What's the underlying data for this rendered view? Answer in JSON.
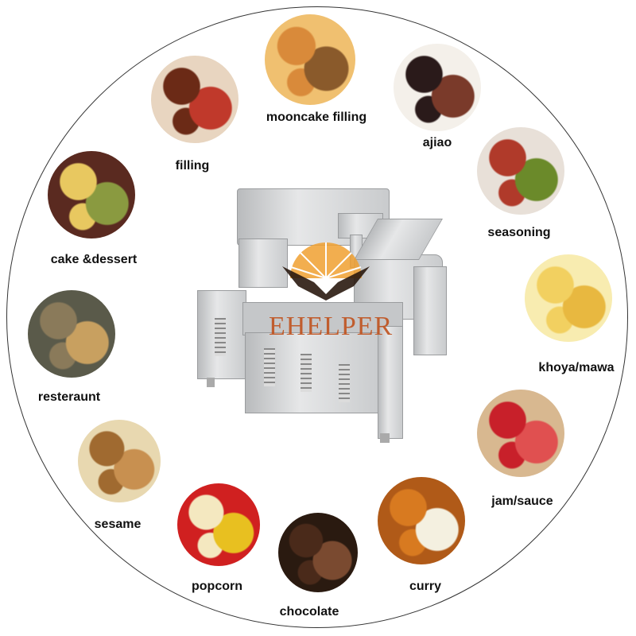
{
  "watermark": "EHELPER",
  "items": [
    {
      "label": "filling",
      "colors": [
        "#6b2a16",
        "#c0392b",
        "#e8d5c0"
      ]
    },
    {
      "label": "mooncake filling",
      "colors": [
        "#d98a3a",
        "#8a5a2b",
        "#f0c070"
      ]
    },
    {
      "label": "ajiao",
      "colors": [
        "#2a1a1a",
        "#7a3a2a",
        "#f4f0ea"
      ]
    },
    {
      "label": "seasoning",
      "colors": [
        "#b03a2a",
        "#6b8a2a",
        "#e8e0d8"
      ]
    },
    {
      "label": "khoya/mawa",
      "colors": [
        "#f2d060",
        "#e8b840",
        "#f8ecb0"
      ]
    },
    {
      "label": "jam/sauce",
      "colors": [
        "#c8202a",
        "#e05050",
        "#d8b890"
      ]
    },
    {
      "label": "curry",
      "colors": [
        "#d87a20",
        "#f4f0e0",
        "#b05a18"
      ]
    },
    {
      "label": "chocolate",
      "colors": [
        "#4a2a1a",
        "#7a4a30",
        "#2a1a10"
      ]
    },
    {
      "label": "popcorn",
      "colors": [
        "#f4e8c0",
        "#e8c020",
        "#d02020"
      ]
    },
    {
      "label": "sesame",
      "colors": [
        "#a06a30",
        "#c89050",
        "#e8d8b0"
      ]
    },
    {
      "label": "resteraunt",
      "colors": [
        "#8a7a5a",
        "#c8a060",
        "#5a5a4a"
      ]
    },
    {
      "label": "cake &dessert",
      "colors": [
        "#e8c860",
        "#8a9a40",
        "#5a2a20"
      ]
    }
  ]
}
